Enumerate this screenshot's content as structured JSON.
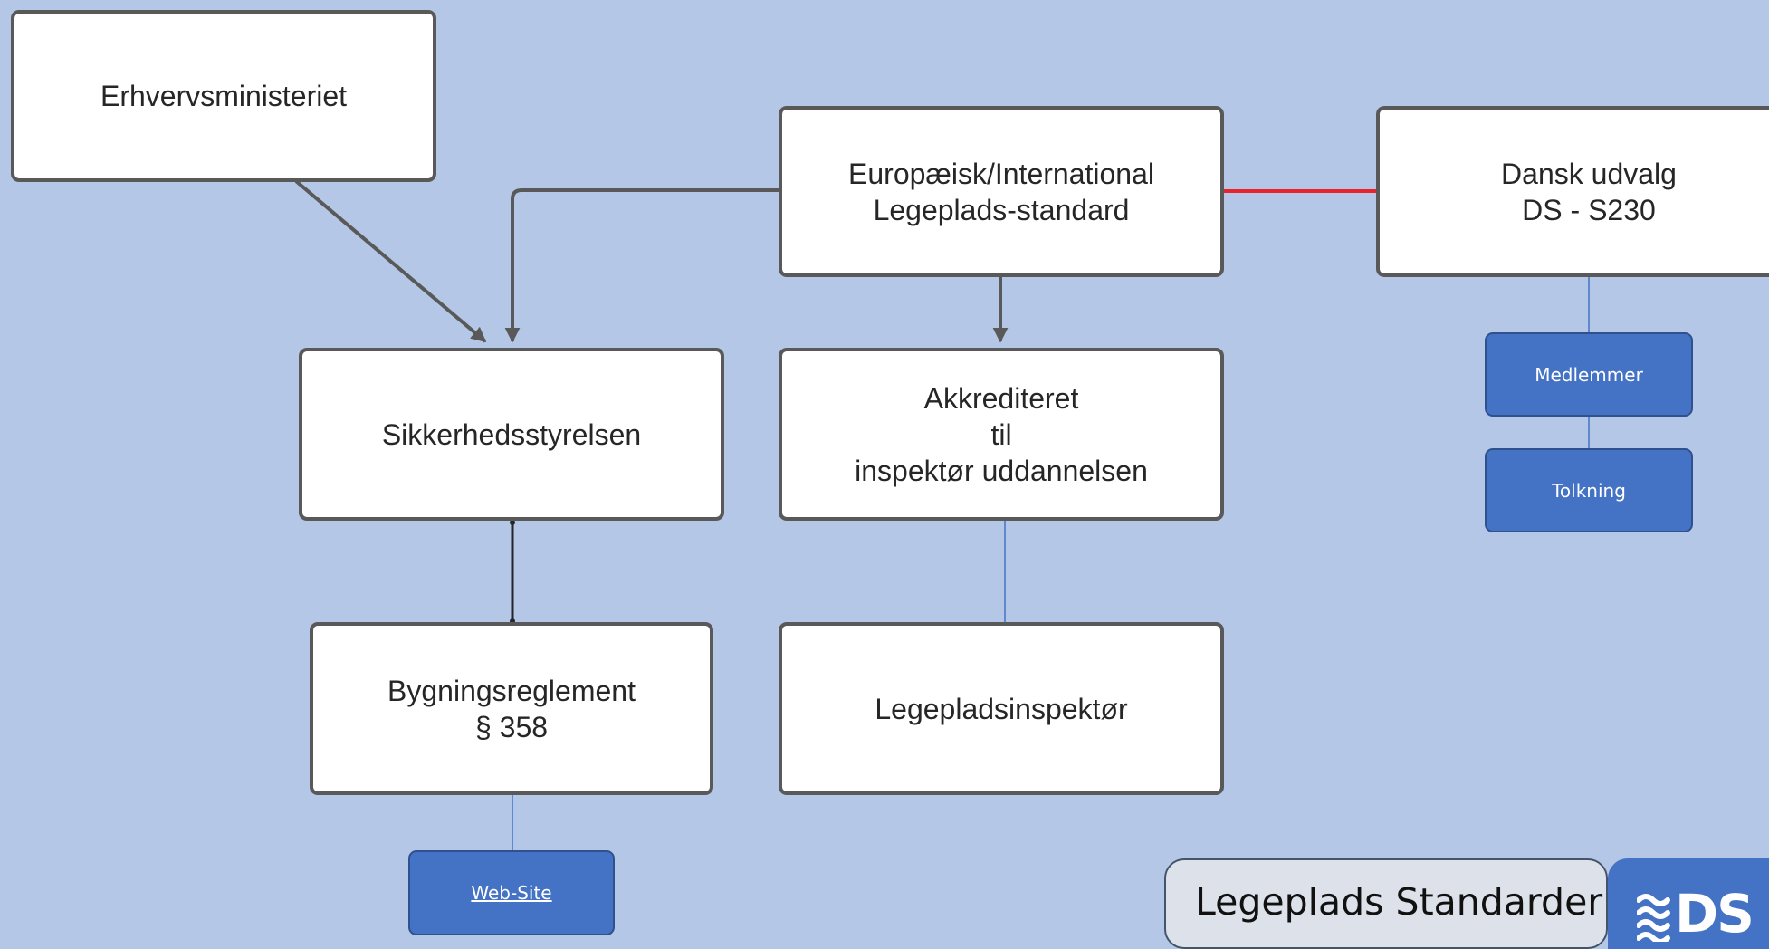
{
  "nodes": {
    "erhverv": "Erhvervsministeriet",
    "europa": "Europæisk/International\nLegeplads-standard",
    "dansk": "Dansk udvalg\nDS - S230",
    "sikkerhed": "Sikkerhedsstyrelsen",
    "akkrediteret": "Akkrediteret\ntil\ninspektør uddannelsen",
    "bygning": "Bygningsreglement\n§ 358",
    "inspektor": "Legepladsinspektør"
  },
  "chips": {
    "medlemmer": "Medlemmer",
    "tolkning": "Tolkning",
    "website": "Web-Site"
  },
  "banner": {
    "title": "Legeplads Standarder",
    "logo": "DS"
  },
  "colors": {
    "background": "#b4c7e7",
    "node_fill": "#ffffff",
    "node_border": "#595959",
    "chip_fill": "#4472c4",
    "red_link": "#e8242a",
    "blue_link": "#4472c4"
  },
  "icons": [
    "arrowhead-icon",
    "ds-waves-icon"
  ]
}
